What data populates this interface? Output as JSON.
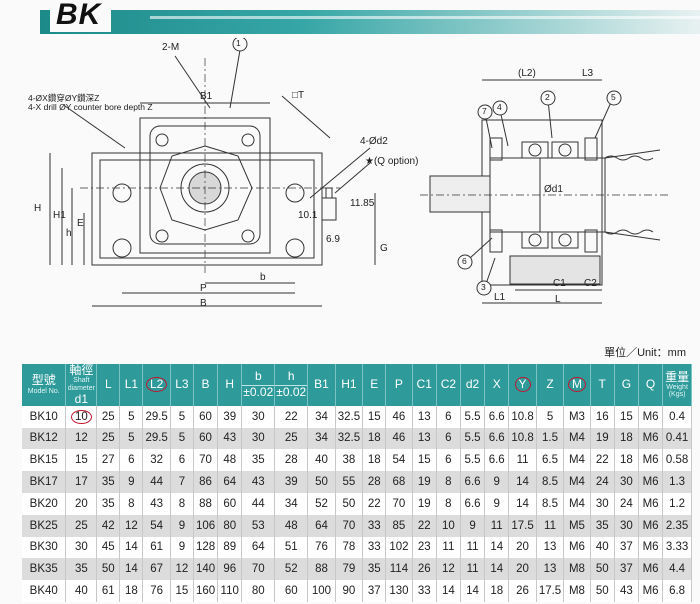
{
  "title": "BK",
  "unit_label": "單位／Unit：mm",
  "drawing_labels": {
    "label_2m": "2-M",
    "label_b1": "B1",
    "label_t": "□T",
    "label_4x_zh": "4-ØX鑽穿ØY鑽深Z",
    "label_4x_en": "4-X drill ØY counter bore depth Z",
    "label_4d2": "4-Ød2",
    "label_q": "★(Q option)",
    "label_h": "H",
    "label_h1": "H1",
    "label_hsmall": "h",
    "label_e": "E",
    "label_101": "10.1",
    "label_1185": "11.85",
    "label_69": "6.9",
    "label_g": "G",
    "label_bsmall": "b",
    "label_p": "P",
    "label_b": "B",
    "label_l2": "(L2)",
    "label_l3": "L3",
    "label_d1": "Ød1",
    "label_c1": "C1",
    "label_c2": "C2",
    "label_l1": "L1",
    "label_l": "L",
    "circle_1": "1",
    "circle_2": "2",
    "circle_3": "3",
    "circle_4": "4",
    "circle_5": "5",
    "circle_6": "6",
    "circle_7": "7"
  },
  "table": {
    "headers": {
      "model_zh": "型號",
      "model_en": "Model No.",
      "shaft_zh": "軸徑",
      "shaft_en": "Shaft diameter",
      "shaft_sym": "d1",
      "L": "L",
      "L1": "L1",
      "L2": "L2",
      "L3": "L3",
      "B": "B",
      "H": "H",
      "b": "b",
      "b_tol": "±0.02",
      "h": "h",
      "h_tol": "±0.02",
      "B1": "B1",
      "H1": "H1",
      "E": "E",
      "P": "P",
      "C1": "C1",
      "C2": "C2",
      "d2": "d2",
      "X": "X",
      "Y": "Y",
      "Z": "Z",
      "M": "M",
      "T": "T",
      "G": "G",
      "Q": "Q",
      "weight_zh": "重量",
      "weight_en": "Weight (Kgs)"
    },
    "rows": [
      {
        "model": "BK10",
        "d1": "10",
        "L": "25",
        "L1": "5",
        "L2": "29.5",
        "L3": "5",
        "B": "60",
        "H": "39",
        "b": "30",
        "h": "22",
        "B1": "34",
        "H1": "32.5",
        "E": "15",
        "P": "46",
        "C1": "13",
        "C2": "6",
        "d2": "5.5",
        "X": "6.6",
        "Y": "10.8",
        "Z": "5",
        "M": "M3",
        "T": "16",
        "G": "15",
        "Q": "M6",
        "W": "0.4"
      },
      {
        "model": "BK12",
        "d1": "12",
        "L": "25",
        "L1": "5",
        "L2": "29.5",
        "L3": "5",
        "B": "60",
        "H": "43",
        "b": "30",
        "h": "25",
        "B1": "34",
        "H1": "32.5",
        "E": "18",
        "P": "46",
        "C1": "13",
        "C2": "6",
        "d2": "5.5",
        "X": "6.6",
        "Y": "10.8",
        "Z": "1.5",
        "M": "M4",
        "T": "19",
        "G": "18",
        "Q": "M6",
        "W": "0.41"
      },
      {
        "model": "BK15",
        "d1": "15",
        "L": "27",
        "L1": "6",
        "L2": "32",
        "L3": "6",
        "B": "70",
        "H": "48",
        "b": "35",
        "h": "28",
        "B1": "40",
        "H1": "38",
        "E": "18",
        "P": "54",
        "C1": "15",
        "C2": "6",
        "d2": "5.5",
        "X": "6.6",
        "Y": "11",
        "Z": "6.5",
        "M": "M4",
        "T": "22",
        "G": "18",
        "Q": "M6",
        "W": "0.58"
      },
      {
        "model": "BK17",
        "d1": "17",
        "L": "35",
        "L1": "9",
        "L2": "44",
        "L3": "7",
        "B": "86",
        "H": "64",
        "b": "43",
        "h": "39",
        "B1": "50",
        "H1": "55",
        "E": "28",
        "P": "68",
        "C1": "19",
        "C2": "8",
        "d2": "6.6",
        "X": "9",
        "Y": "14",
        "Z": "8.5",
        "M": "M4",
        "T": "24",
        "G": "30",
        "Q": "M6",
        "W": "1.3"
      },
      {
        "model": "BK20",
        "d1": "20",
        "L": "35",
        "L1": "8",
        "L2": "43",
        "L3": "8",
        "B": "88",
        "H": "60",
        "b": "44",
        "h": "34",
        "B1": "52",
        "H1": "50",
        "E": "22",
        "P": "70",
        "C1": "19",
        "C2": "8",
        "d2": "6.6",
        "X": "9",
        "Y": "14",
        "Z": "8.5",
        "M": "M4",
        "T": "30",
        "G": "24",
        "Q": "M6",
        "W": "1.2"
      },
      {
        "model": "BK25",
        "d1": "25",
        "L": "42",
        "L1": "12",
        "L2": "54",
        "L3": "9",
        "B": "106",
        "H": "80",
        "b": "53",
        "h": "48",
        "B1": "64",
        "H1": "70",
        "E": "33",
        "P": "85",
        "C1": "22",
        "C2": "10",
        "d2": "9",
        "X": "11",
        "Y": "17.5",
        "Z": "11",
        "M": "M5",
        "T": "35",
        "G": "30",
        "Q": "M6",
        "W": "2.35"
      },
      {
        "model": "BK30",
        "d1": "30",
        "L": "45",
        "L1": "14",
        "L2": "61",
        "L3": "9",
        "B": "128",
        "H": "89",
        "b": "64",
        "h": "51",
        "B1": "76",
        "H1": "78",
        "E": "33",
        "P": "102",
        "C1": "23",
        "C2": "11",
        "d2": "11",
        "X": "14",
        "Y": "20",
        "Z": "13",
        "M": "M6",
        "T": "40",
        "G": "37",
        "Q": "M6",
        "W": "3.33"
      },
      {
        "model": "BK35",
        "d1": "35",
        "L": "50",
        "L1": "14",
        "L2": "67",
        "L3": "12",
        "B": "140",
        "H": "96",
        "b": "70",
        "h": "52",
        "B1": "88",
        "H1": "79",
        "E": "35",
        "P": "114",
        "C1": "26",
        "C2": "12",
        "d2": "11",
        "X": "14",
        "Y": "20",
        "Z": "13",
        "M": "M8",
        "T": "50",
        "G": "37",
        "Q": "M6",
        "W": "4.4"
      },
      {
        "model": "BK40",
        "d1": "40",
        "L": "61",
        "L1": "18",
        "L2": "76",
        "L3": "15",
        "B": "160",
        "H": "110",
        "b": "80",
        "h": "60",
        "B1": "100",
        "H1": "90",
        "E": "37",
        "P": "130",
        "C1": "33",
        "C2": "14",
        "d2": "14",
        "X": "18",
        "Y": "26",
        "Z": "17.5",
        "M": "M8",
        "T": "50",
        "G": "43",
        "Q": "M6",
        "W": "6.8"
      }
    ]
  }
}
